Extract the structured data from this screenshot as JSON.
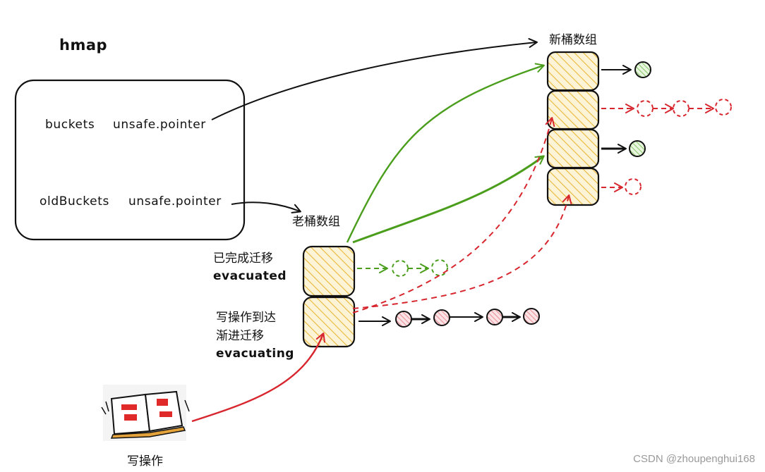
{
  "title": "hmap",
  "struct_fields": [
    {
      "name": "buckets",
      "type": "unsafe.pointer"
    },
    {
      "name": "oldBuckets",
      "type": "unsafe.pointer"
    }
  ],
  "new_buckets_label": "新桶数组",
  "old_buckets_label": "老桶数组",
  "evacuated": {
    "zh": "已完成迁移",
    "en": "evacuated"
  },
  "evacuating": {
    "zh_line1": "写操作到达",
    "zh_line2": "渐进迁移",
    "en": "evacuating"
  },
  "write_op_label": "写操作",
  "watermark": "CSDN @zhoupenghui168",
  "colors": {
    "bucket_fill": "#fdf3d6",
    "bucket_hatch": "#e9b93a",
    "migrated": "#4a9e1c",
    "pending": "#d8262e",
    "ink": "#111111"
  }
}
